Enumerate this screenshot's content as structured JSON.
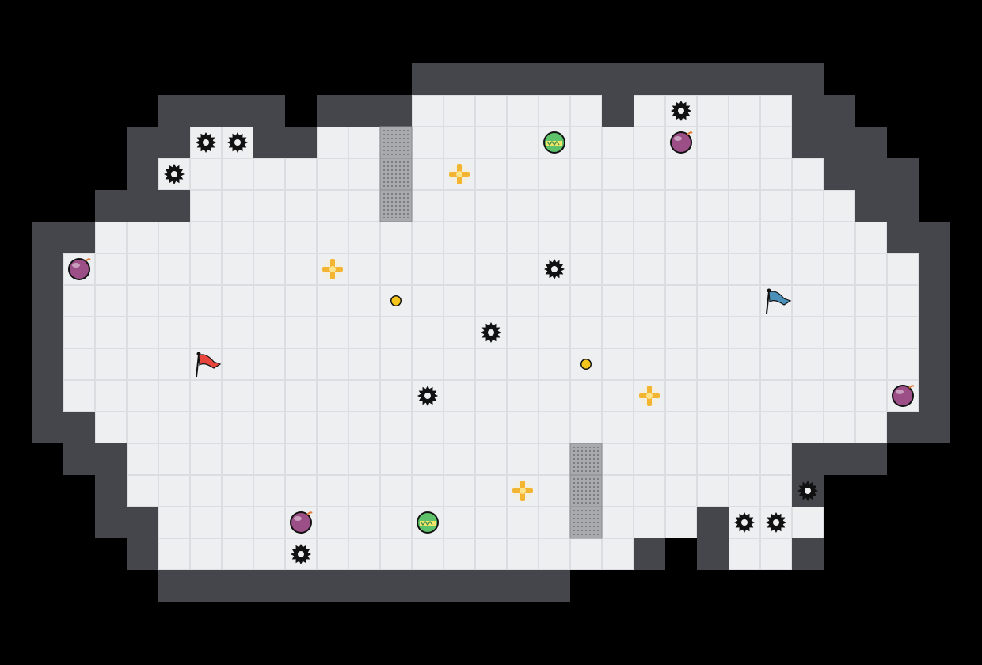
{
  "level": {
    "floor_rows": [
      [
        13,
        18,
        20,
        24
      ],
      [
        6,
        7,
        10,
        24
      ],
      [
        5,
        25
      ],
      [
        6,
        26
      ],
      [
        3,
        27
      ],
      [
        2,
        28
      ],
      [
        2,
        28
      ],
      [
        2,
        28
      ],
      [
        2,
        28
      ],
      [
        2,
        28
      ],
      [
        3,
        27
      ],
      [
        4,
        24
      ],
      [
        4,
        24
      ],
      [
        5,
        21,
        23,
        25
      ],
      [
        5,
        19,
        23,
        24
      ]
    ],
    "wall_rows": [
      [
        13,
        25
      ],
      [
        5,
        8,
        10,
        26
      ],
      [
        4,
        27
      ],
      [
        4,
        28
      ],
      [
        3,
        28
      ],
      [
        1,
        29
      ],
      [
        1,
        29
      ],
      [
        1,
        29
      ],
      [
        1,
        29
      ],
      [
        1,
        29
      ],
      [
        1,
        29
      ],
      [
        1,
        29
      ],
      [
        2,
        27
      ],
      [
        3,
        25
      ],
      [
        3,
        25
      ],
      [
        4,
        20,
        22,
        25
      ],
      [
        5,
        17
      ]
    ],
    "colors": {
      "wall": "#45454c",
      "wall_edge": "#2f2f34",
      "floor": "#eeeff1",
      "grid": "#dcdde0",
      "spike": "#111111",
      "grate": "#a9aaad",
      "coin": "#f5c51b",
      "bomb": "#9c4f86",
      "flag_red": "#e8453c",
      "flag_blue": "#4a90b8",
      "slime_green": "#5ec26a"
    }
  },
  "entities": [
    {
      "kind": "flag",
      "color": "flag_red",
      "name": "player-red-flag",
      "col": 6,
      "row": 8
    },
    {
      "kind": "flag",
      "color": "flag_blue",
      "name": "player-blue-flag",
      "col": 24,
      "row": 6
    },
    {
      "kind": "bomb",
      "col": 2,
      "row": 5
    },
    {
      "kind": "bomb",
      "col": 21,
      "row": 1
    },
    {
      "kind": "bomb",
      "col": 28,
      "row": 9
    },
    {
      "kind": "bomb",
      "col": 9,
      "row": 13
    },
    {
      "kind": "slime",
      "col": 17,
      "row": 1
    },
    {
      "kind": "slime",
      "col": 13,
      "row": 13
    },
    {
      "kind": "star",
      "col": 14,
      "row": 2
    },
    {
      "kind": "star",
      "col": 10,
      "row": 5
    },
    {
      "kind": "star",
      "col": 20,
      "row": 9
    },
    {
      "kind": "star",
      "col": 16,
      "row": 12
    },
    {
      "kind": "coin",
      "col": 12,
      "row": 6
    },
    {
      "kind": "coin",
      "col": 18,
      "row": 8
    },
    {
      "kind": "spike",
      "col": 6,
      "row": 1
    },
    {
      "kind": "spike",
      "col": 7,
      "row": 1
    },
    {
      "kind": "spike",
      "col": 5,
      "row": 2
    },
    {
      "kind": "spike",
      "col": 21,
      "row": 0
    },
    {
      "kind": "spike",
      "col": 17,
      "row": 5
    },
    {
      "kind": "spike",
      "col": 15,
      "row": 7
    },
    {
      "kind": "spike",
      "col": 13,
      "row": 9
    },
    {
      "kind": "spike",
      "col": 25,
      "row": 12
    },
    {
      "kind": "spike",
      "col": 23,
      "row": 13
    },
    {
      "kind": "spike",
      "col": 24,
      "row": 13
    },
    {
      "kind": "spike",
      "col": 9,
      "row": 14
    },
    {
      "kind": "grate",
      "col": 12,
      "row": 1
    },
    {
      "kind": "grate",
      "col": 12,
      "row": 2
    },
    {
      "kind": "grate",
      "col": 12,
      "row": 3
    },
    {
      "kind": "grate",
      "col": 18,
      "row": 11
    },
    {
      "kind": "grate",
      "col": 18,
      "row": 12
    },
    {
      "kind": "grate",
      "col": 18,
      "row": 13
    }
  ]
}
